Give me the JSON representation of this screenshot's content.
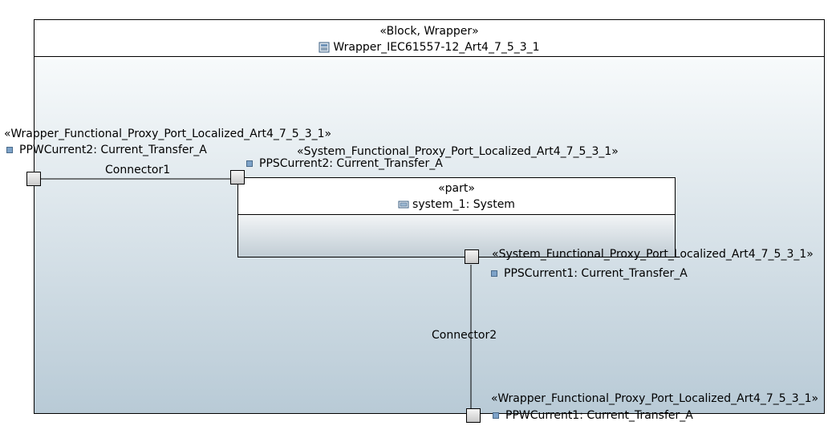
{
  "wrapper_block": {
    "stereotype": "«Block, Wrapper»",
    "name": "Wrapper_IEC61557-12_Art4_7_5_3_1",
    "icon": "block-icon"
  },
  "part": {
    "stereotype": "«part»",
    "name": "system_1: System",
    "icon": "part-icon"
  },
  "ports": {
    "ppw_current2": {
      "stereotype": "«Wrapper_Functional_Proxy_Port_Localized_Art4_7_5_3_1»",
      "label": "PPWCurrent2: Current_Transfer_A"
    },
    "pps_current2": {
      "stereotype": "«System_Functional_Proxy_Port_Localized_Art4_7_5_3_1»",
      "label": "PPSCurrent2: Current_Transfer_A"
    },
    "pps_current1": {
      "stereotype": "«System_Functional_Proxy_Port_Localized_Art4_7_5_3_1»",
      "label": "PPSCurrent1: Current_Transfer_A"
    },
    "ppw_current1": {
      "stereotype": "«Wrapper_Functional_Proxy_Port_Localized_Art4_7_5_3_1»",
      "label": "PPWCurrent1: Current_Transfer_A"
    }
  },
  "connectors": {
    "connector1": "Connector1",
    "connector2": "Connector2"
  }
}
